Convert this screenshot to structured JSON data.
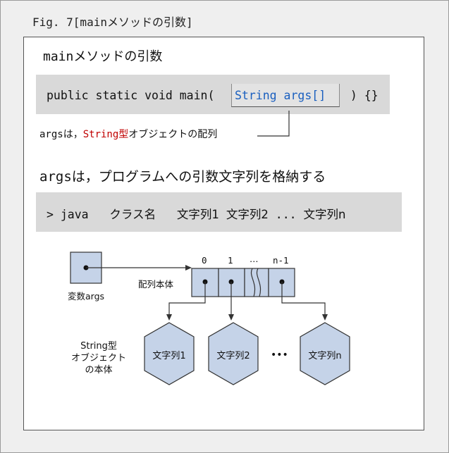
{
  "figure": {
    "title": "Fig. 7[mainメソッドの引数]"
  },
  "section1": {
    "heading_main": "main",
    "heading_rest": "メソッドの引数",
    "code_before": "public static void main( ",
    "code_param": "String args[]",
    "code_after": " ) {}",
    "note_args": "args",
    "note_ha": "は，",
    "note_string": "String",
    "note_kata": "型",
    "note_rest": "オブジェクトの配列"
  },
  "section2": {
    "heading_args": "args",
    "heading_rest": "は，プログラムへの引数文字列を格納する",
    "cmd_prompt": "> java",
    "cmd_class": "クラス名",
    "cmd_arg1": "文字列1",
    "cmd_arg2": "文字列2",
    "cmd_dots": "...",
    "cmd_argn": "文字列n"
  },
  "diagram": {
    "variable_label": "変数args",
    "array_label": "配列本体",
    "indices": [
      "0",
      "1",
      "…",
      "n-1"
    ],
    "object_label_line1": "String型",
    "object_label_line2": "オブジェクト",
    "object_label_line3": "の本体",
    "objects": [
      "文字列1",
      "文字列2",
      "文字列n"
    ],
    "ellipsis": "•••",
    "colors": {
      "cell_fill": "#c5d3e8",
      "stroke": "#333333",
      "highlight": "#1a5fbf",
      "accent_red": "#c00000"
    }
  }
}
